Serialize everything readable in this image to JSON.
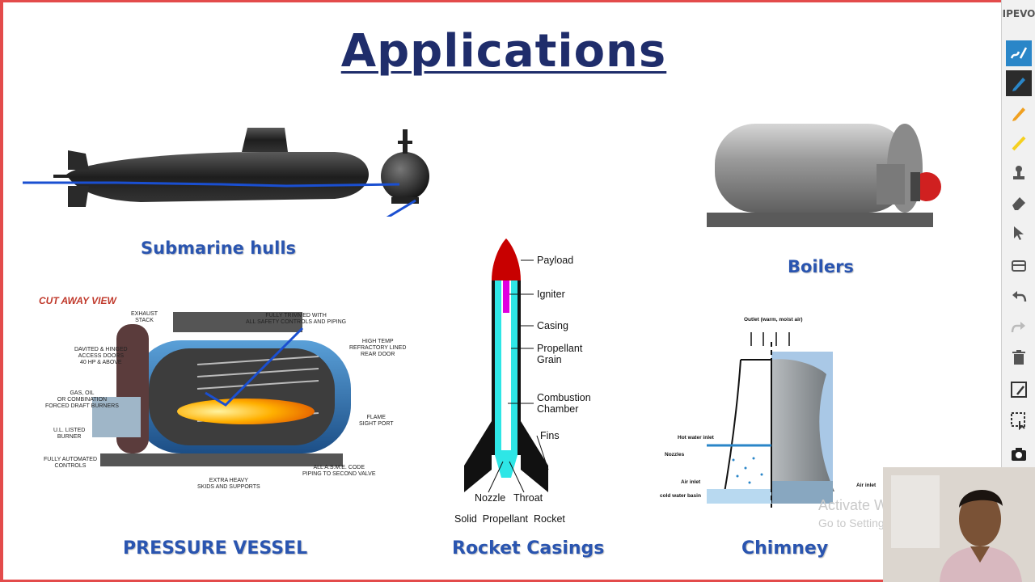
{
  "slide": {
    "title": "Applications",
    "captions": {
      "submarine": "Submarine hulls",
      "boilers": "Boilers",
      "pressure_vessel": "PRESSURE VESSEL",
      "rocket": "Rocket Casings",
      "chimney": "Chimney"
    },
    "cutaway": {
      "heading": "CUT AWAY VIEW",
      "labels": {
        "exhaust": "EXHAUST\nSTACK",
        "davited": "DAVITED & HINGED\nACCESS DOORS\n40 HP & ABOVE",
        "fully_trimmed": "FULLY TRIMMED WITH\nALL SAFETY CONTROLS AND PIPING",
        "high_temp": "HIGH TEMP\nREFRACTORY LINED\nREAR DOOR",
        "gas_oil": "GAS, OIL\nOR COMBINATION\nFORCED DRAFT BURNERS",
        "ul_listed": "U.L. LISTED\nBURNER",
        "flame": "FLAME\nSIGHT PORT",
        "automated": "FULLY AUTOMATED\nCONTROLS",
        "asme": "ALL A.S.M.E. CODE\nPIPING TO SECOND VALVE",
        "extra_heavy": "EXTRA HEAVY\nSKIDS AND SUPPORTS"
      }
    },
    "rocket": {
      "payload": "Payload",
      "igniter": "Igniter",
      "casing": "Casing",
      "propellant": "Propellant\nGrain",
      "combustion": "Combustion\nChamber",
      "fins": "Fins",
      "nozzle": "Nozzle",
      "throat": "Throat",
      "caption": "Solid  Propellant  Rocket"
    },
    "chimney": {
      "outlet": "Outlet (warm, moist air)",
      "hot_water": "Hot water inlet",
      "nozzles": "Nozzles",
      "air_inlet_left": "Air inlet",
      "air_inlet_right": "Air inlet",
      "basin": "cold water basin"
    },
    "watermark": {
      "line1": "Activate W",
      "line2": "Go to Setting"
    }
  },
  "toolbar": {
    "logo": "IPEVO",
    "tools": [
      "multi-pen-icon",
      "pen-icon",
      "pencil-icon",
      "highlighter-icon",
      "stamp-icon",
      "eraser-icon",
      "pointer-icon",
      "clear-icon",
      "undo-icon",
      "redo-icon",
      "trash-icon",
      "capture-icon",
      "capture-select-icon",
      "camera-icon"
    ]
  },
  "colors": {
    "title": "#1f2d6b",
    "caption": "#2a55b0",
    "slide_border": "#e34b4b",
    "annotation": "#1a4fd1",
    "toolbar_active": "#2b2b2b",
    "toolbar_blue": "#2a86c8"
  }
}
